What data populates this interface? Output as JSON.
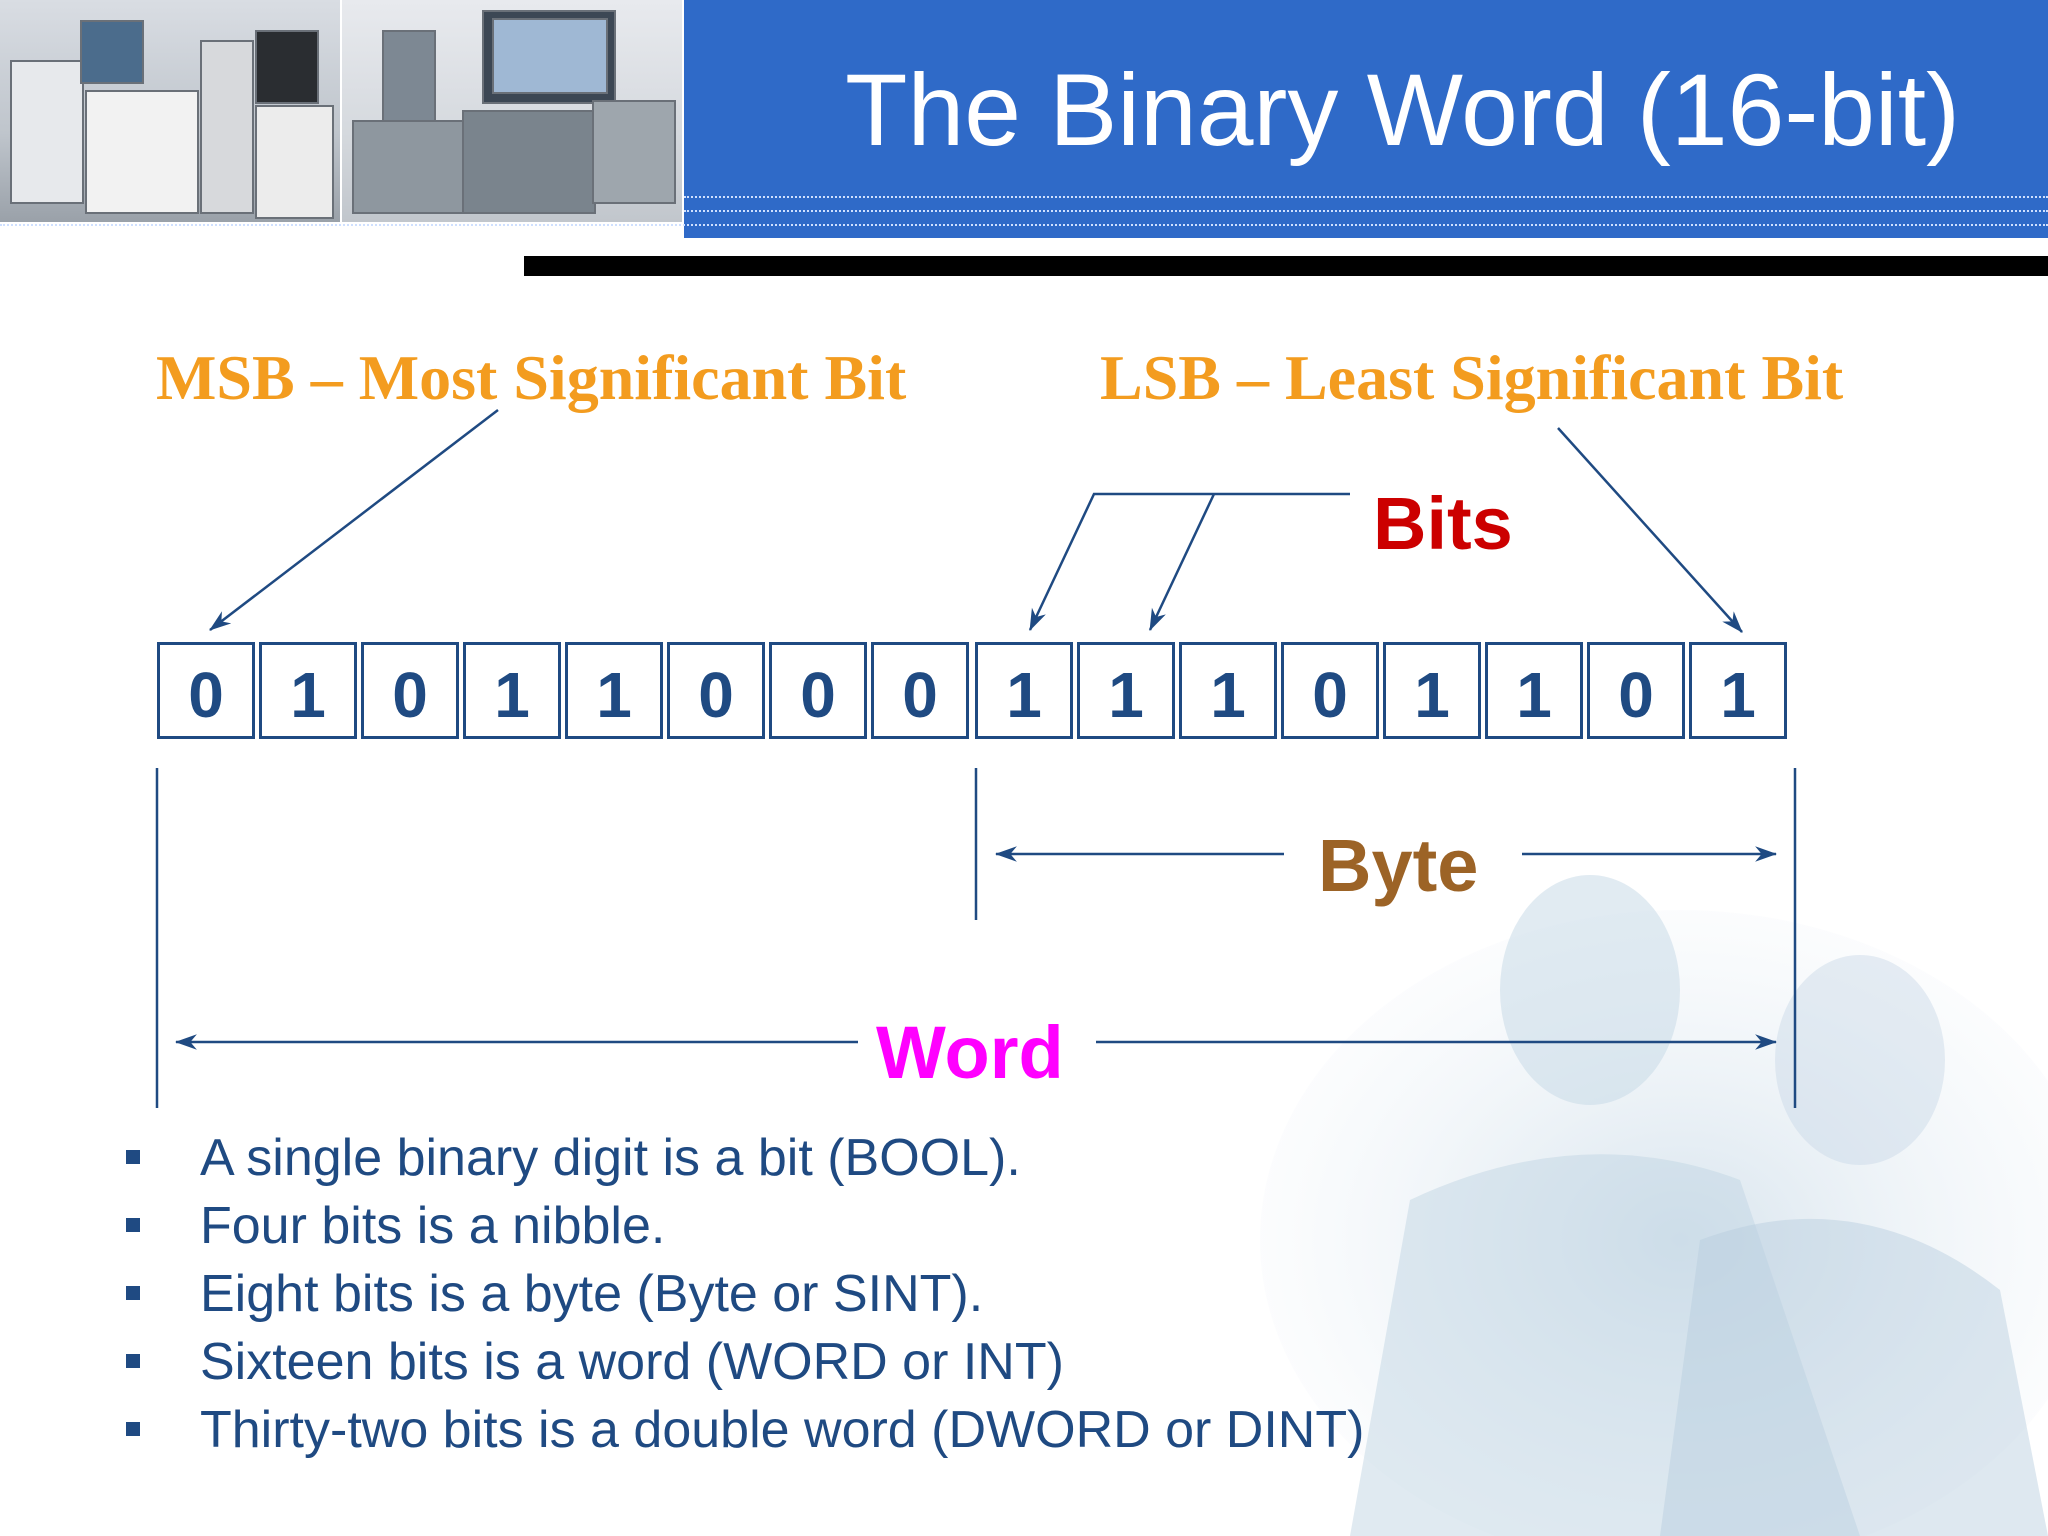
{
  "header": {
    "title": "The Binary Word (16-bit)",
    "band_color": "#2f6ac8"
  },
  "labels": {
    "msb": "MSB – Most Significant Bit",
    "lsb": "LSB – Least Significant Bit",
    "bits": "Bits",
    "byte": "Byte",
    "word": "Word"
  },
  "bits": [
    "0",
    "1",
    "0",
    "1",
    "1",
    "0",
    "0",
    "0",
    "1",
    "1",
    "1",
    "0",
    "1",
    "1",
    "0",
    "1"
  ],
  "bullets": [
    "A single binary digit is a bit (BOOL).",
    "Four bits is a nibble.",
    "Eight bits is a byte (Byte or SINT).",
    "Sixteen bits is a word (WORD or INT)",
    "Thirty-two bits is a double word (DWORD or DINT)"
  ],
  "colors": {
    "serif_labels": "#f39c1f",
    "bits_label": "#cc0000",
    "byte_label": "#9c6326",
    "word_label": "#ff00ff",
    "diagram_lines": "#1f4a82"
  }
}
